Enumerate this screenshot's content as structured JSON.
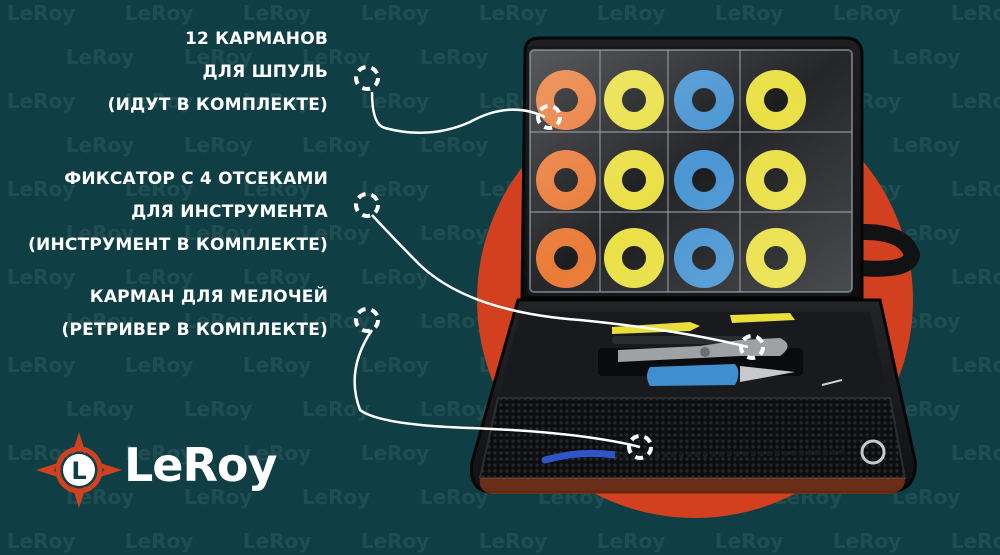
{
  "labels": {
    "pockets": {
      "line1": "12 КАРМАНОВ",
      "line2": "ДЛЯ ШПУЛЬ",
      "line3": "(ИДУТ В КОМПЛЕКТЕ)"
    },
    "holder": {
      "line1": "ФИКСАТОР С 4 ОТСЕКАМИ",
      "line2": "ДЛЯ ИНСТРУМЕНТА",
      "line3": "(ИНСТРУМЕНТ В КОМПЛЕКТЕ)"
    },
    "small_pocket": {
      "line1": "КАРМАН ДЛЯ МЕЛОЧЕЙ",
      "line2": "(РЕТРИВЕР В КОМПЛЕКТЕ)"
    }
  },
  "brand": {
    "name": "LeRoy",
    "logo_letter": "L",
    "watermark": "LeRoy"
  },
  "colors": {
    "background": "#0f3f44",
    "accent_red": "#d3401f",
    "spool_orange": "#e8732c",
    "spool_yellow": "#e9de3a",
    "spool_blue": "#3f8fd0"
  },
  "spools": [
    [
      "orange",
      "yellow",
      "blue",
      "yellow"
    ],
    [
      "orange",
      "yellow",
      "blue",
      "yellow"
    ],
    [
      "orange",
      "yellow",
      "blue",
      "yellow"
    ]
  ]
}
